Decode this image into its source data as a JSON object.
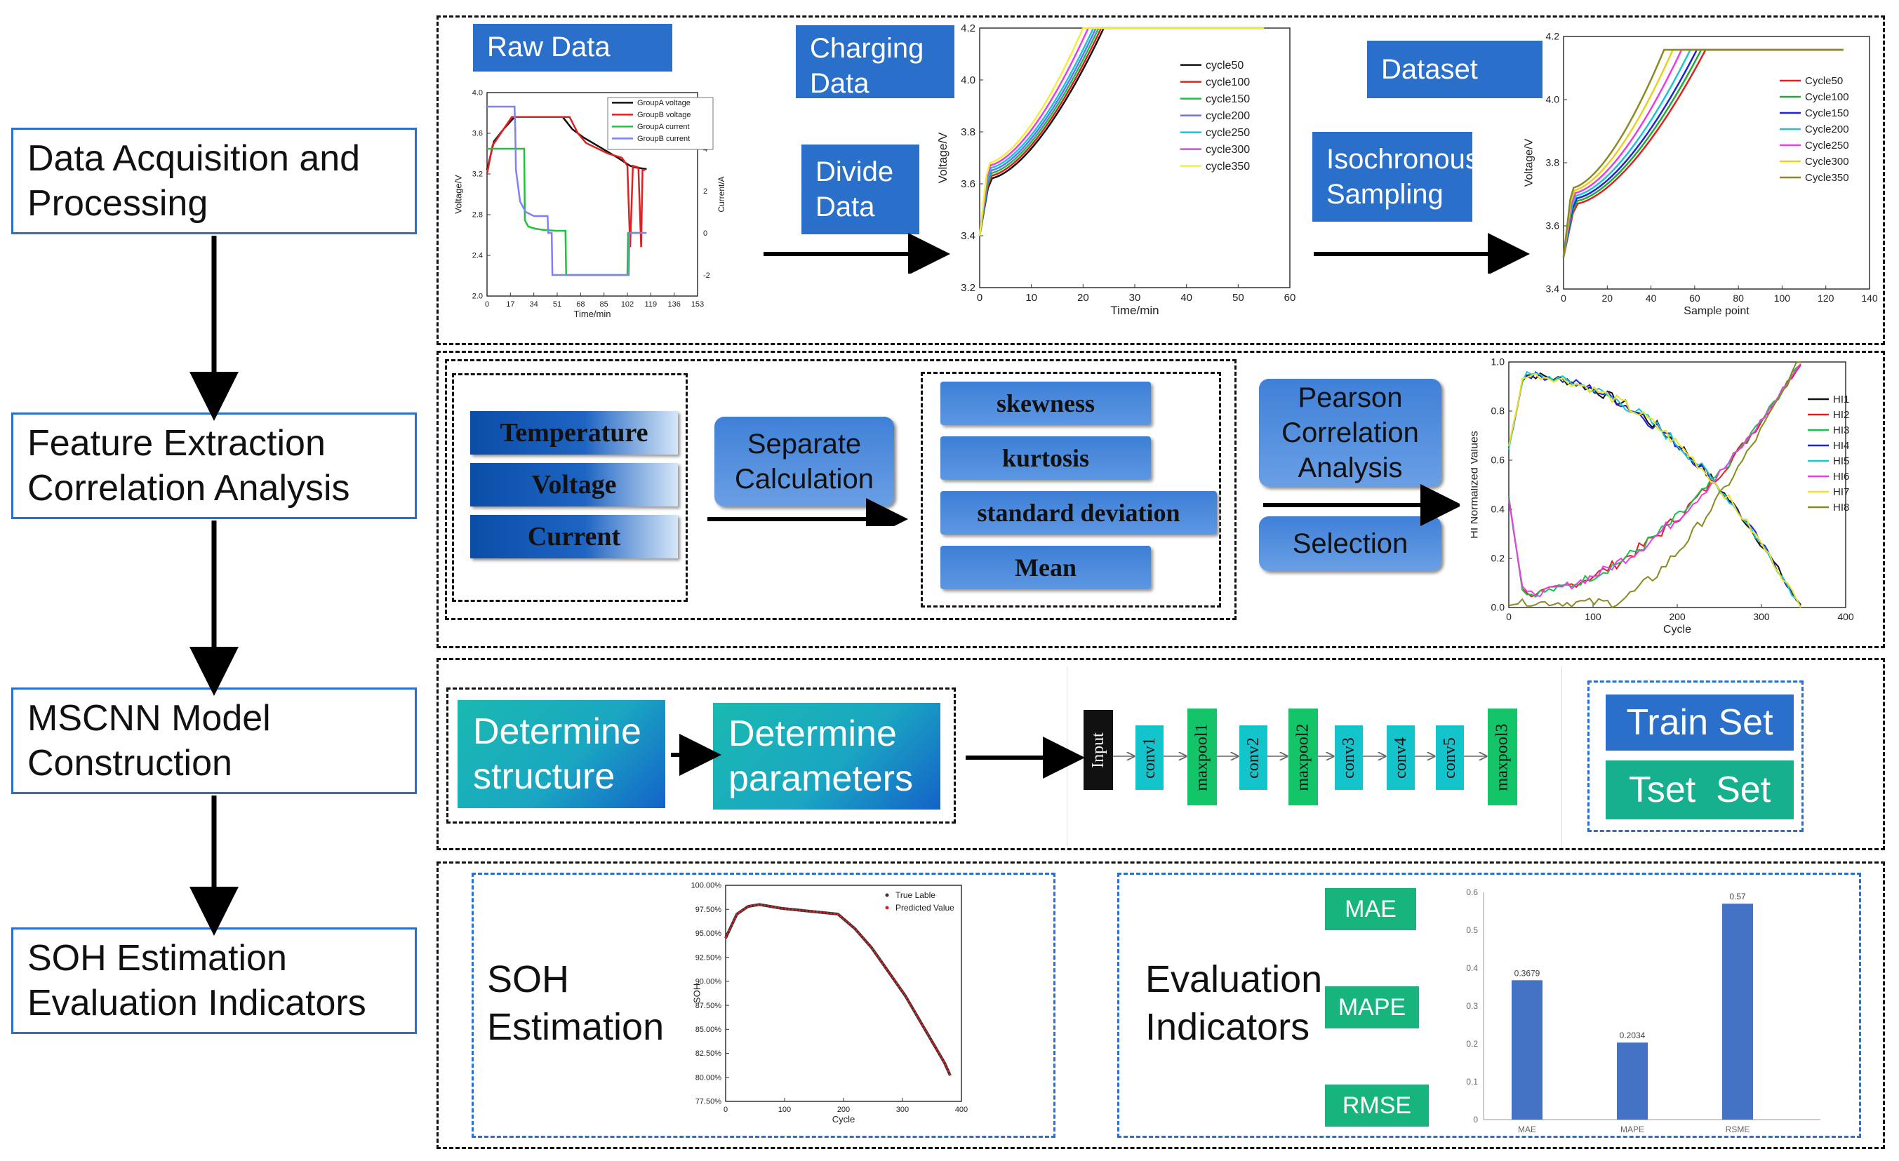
{
  "stages": [
    {
      "line1": "Data Acquisition and",
      "line2": "Processing"
    },
    {
      "line1": "Feature Extraction",
      "line2": "Correlation Analysis"
    },
    {
      "line1": "MSCNN Model",
      "line2": "Construction"
    },
    {
      "line1": "SOH Estimation",
      "line2": "Evaluation Indicators"
    }
  ],
  "row1": {
    "raw_data": "Raw Data",
    "charging_data": {
      "line1": "Charging",
      "line2": "Data"
    },
    "divide_data": {
      "line1": "Divide",
      "line2": "Data"
    },
    "dataset": "Dataset",
    "isochronous": {
      "line1": "Isochronous",
      "line2": "Sampling"
    }
  },
  "row2": {
    "features": [
      "Temperature",
      "Voltage",
      "Current"
    ],
    "separate": {
      "line1": "Separate",
      "line2": "Calculation"
    },
    "stats": [
      "skewness",
      "kurtosis",
      "standard deviation",
      "Mean"
    ],
    "pearson": {
      "line1": "Pearson",
      "line2": "Correlation",
      "line3": "Analysis"
    },
    "selection": "Selection"
  },
  "row3": {
    "determine_structure": {
      "line1": "Determine",
      "line2": "structure"
    },
    "determine_parameters": {
      "line1": "Determine",
      "line2": "parameters"
    },
    "layers": [
      "Input",
      "conv1",
      "maxpool1",
      "conv2",
      "maxpool2",
      "conv3",
      "conv4",
      "conv5",
      "maxpool3"
    ],
    "train_set": "Train Set",
    "test_set": "Tset  Set"
  },
  "row4": {
    "soh": {
      "line1": "SOH",
      "line2": "Estimation"
    },
    "eval": {
      "line1": "Evaluation",
      "line2": "Indicators"
    },
    "metrics": [
      "MAE",
      "MAPE",
      "RMSE"
    ]
  },
  "chart_data": [
    {
      "type": "line",
      "xlabel": "Time/min",
      "ylabel": "Voltage/V",
      "y2label": "Current/A",
      "xticks": [
        "0",
        "17",
        "34",
        "51",
        "68",
        "85",
        "102",
        "119",
        "136",
        "153"
      ],
      "yticks": [
        "2.0",
        "2.4",
        "2.8",
        "3.2",
        "3.6",
        "4.0"
      ],
      "y2ticks": [
        "-2",
        "0",
        "2",
        "4",
        "6"
      ],
      "series": [
        {
          "name": "GroupA voltage",
          "color": "#111111",
          "x": [
            0,
            5,
            12,
            20,
            55,
            62,
            70,
            85,
            95,
            104,
            108,
            112,
            116
          ],
          "y": [
            3.55,
            3.9,
            4.05,
            4.2,
            4.2,
            4.05,
            3.95,
            3.8,
            3.7,
            3.6,
            3.58,
            3.57,
            3.56
          ]
        },
        {
          "name": "GroupB voltage",
          "color": "#e02020",
          "x": [
            0,
            4,
            10,
            18,
            60,
            66,
            72,
            88,
            98,
            102,
            104,
            106,
            110,
            112,
            113,
            115
          ],
          "y": [
            3.5,
            3.85,
            4.0,
            4.2,
            4.2,
            4.0,
            3.88,
            3.75,
            3.7,
            3.6,
            2.6,
            3.6,
            3.58,
            2.6,
            3.55,
            3.55
          ]
        },
        {
          "name": "GroupA current",
          "color": "#1fc23a",
          "x": [
            0,
            0.5,
            27,
            27.5,
            30,
            35,
            40,
            50,
            57,
            57.5,
            102,
            102.5,
            110
          ],
          "y": [
            4.0,
            4.0,
            4.0,
            0.6,
            0.3,
            0.2,
            0.15,
            0.1,
            0.1,
            -2.0,
            -2.0,
            0,
            0
          ]
        },
        {
          "name": "GroupB current",
          "color": "#7f7fff",
          "x": [
            0,
            0.5,
            20,
            20.5,
            21,
            24,
            28,
            34,
            44,
            44.5,
            47,
            47.5,
            103,
            103.5,
            111,
            111.5,
            116
          ],
          "y": [
            6.0,
            6.0,
            6.0,
            5.0,
            3.0,
            1.5,
            1.0,
            0.8,
            0.8,
            0,
            0,
            -2.0,
            -2.0,
            0,
            0,
            0,
            0
          ]
        }
      ]
    },
    {
      "type": "line",
      "xlabel": "Time/min",
      "ylabel": "Voltage/V",
      "xticks": [
        "0",
        "10",
        "20",
        "30",
        "40",
        "50",
        "60"
      ],
      "yticks": [
        "3.2",
        "3.4",
        "3.6",
        "3.8",
        "4.0",
        "4.2"
      ],
      "series": [
        {
          "name": "cycle50",
          "color": "#111111",
          "end": 24
        },
        {
          "name": "cycle100",
          "color": "#e02020",
          "end": 23.5
        },
        {
          "name": "cycle150",
          "color": "#17c24a",
          "end": 23
        },
        {
          "name": "cycle200",
          "color": "#6f6fff",
          "end": 22.5
        },
        {
          "name": "cycle250",
          "color": "#19c7d0",
          "end": 22
        },
        {
          "name": "cycle300",
          "color": "#e63fe6",
          "end": 21
        },
        {
          "name": "cycle350",
          "color": "#f2ee3a",
          "end": 20
        }
      ]
    },
    {
      "type": "line",
      "xlabel": "Sample point",
      "ylabel": "Voltage/V",
      "xticks": [
        "0",
        "20",
        "40",
        "60",
        "80",
        "100",
        "120",
        "140"
      ],
      "yticks": [
        "3.4",
        "3.6",
        "3.8",
        "4.0",
        "4.2"
      ],
      "series": [
        {
          "name": "Cycle50",
          "color": "#e02020",
          "end": 65
        },
        {
          "name": "Cycle100",
          "color": "#18b030",
          "end": 63
        },
        {
          "name": "Cycle150",
          "color": "#2020e0",
          "end": 61
        },
        {
          "name": "Cycle200",
          "color": "#19c7d0",
          "end": 58
        },
        {
          "name": "Cycle250",
          "color": "#e63fe6",
          "end": 54
        },
        {
          "name": "Cycle300",
          "color": "#e8d020",
          "end": 50
        },
        {
          "name": "Cycle350",
          "color": "#8a8a20",
          "end": 46
        }
      ]
    },
    {
      "type": "line",
      "xlabel": "Cycle",
      "ylabel": "HI Normalized Values",
      "xticks": [
        "0",
        "100",
        "200",
        "300",
        "400"
      ],
      "yticks": [
        "0.0",
        "0.2",
        "0.4",
        "0.6",
        "0.8",
        "1.0"
      ],
      "series": [
        {
          "name": "HI1",
          "color": "#111111"
        },
        {
          "name": "HI2",
          "color": "#e02020"
        },
        {
          "name": "HI3",
          "color": "#17c24a"
        },
        {
          "name": "HI4",
          "color": "#2020e0"
        },
        {
          "name": "HI5",
          "color": "#19c7d0"
        },
        {
          "name": "HI6",
          "color": "#e63fe6"
        },
        {
          "name": "HI7",
          "color": "#f0e020"
        },
        {
          "name": "HI8",
          "color": "#8a8a20"
        }
      ]
    },
    {
      "type": "scatter",
      "xlabel": "Cycle",
      "ylabel": "SOH",
      "xticks": [
        "0",
        "100",
        "200",
        "300",
        "400"
      ],
      "yticks": [
        "77.50%",
        "80.00%",
        "82.50%",
        "85.00%",
        "87.50%",
        "90.00%",
        "92.50%",
        "95.00%",
        "97.50%",
        "100.00%"
      ],
      "series": [
        {
          "name": "True Lable",
          "color": "#333333"
        },
        {
          "name": "Predicted Value",
          "color": "#e02020"
        }
      ],
      "x": [
        0,
        20,
        40,
        60,
        80,
        100,
        150,
        200,
        230,
        260,
        290,
        320,
        350,
        370,
        390,
        400
      ],
      "y": [
        94.5,
        97.0,
        97.8,
        98.0,
        97.8,
        97.6,
        97.3,
        97.0,
        95.5,
        93.5,
        91.0,
        88.5,
        85.5,
        83.5,
        81.5,
        80.2
      ]
    },
    {
      "type": "bar",
      "categories": [
        "MAE",
        "MAPE",
        "RSME"
      ],
      "values": [
        0.3679,
        0.2034,
        0.57
      ],
      "value_labels": [
        "0.3679",
        "0.2034",
        "0.57"
      ],
      "yticks": [
        "0",
        "0.1",
        "0.2",
        "0.3",
        "0.4",
        "0.5",
        "0.6"
      ],
      "ylim": [
        0,
        0.6
      ],
      "color": "#4472c4"
    }
  ]
}
